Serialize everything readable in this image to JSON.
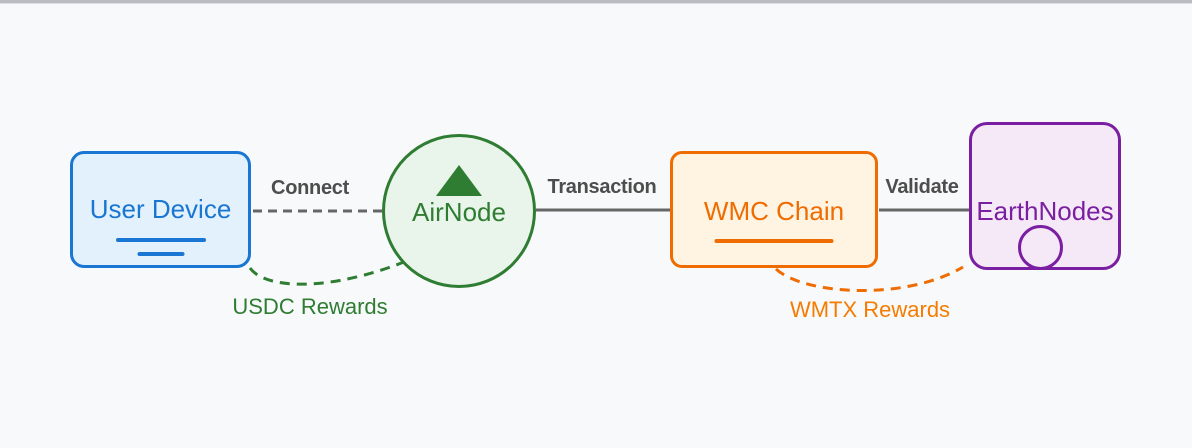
{
  "page": {
    "background": "#f8f9fa",
    "top_edge_color": "#b9bdc2"
  },
  "diagram": {
    "nodes": [
      {
        "id": "user-device",
        "label": "User Device",
        "shape": "rounded-rectangle",
        "fill": "#e3f1fd",
        "stroke": "#1976d2",
        "icon": "device-lines-icon"
      },
      {
        "id": "airnode",
        "label": "AirNode",
        "shape": "circle",
        "fill": "#e9f4ea",
        "stroke": "#2e7d32",
        "icon": "triangle-icon"
      },
      {
        "id": "wmc-chain",
        "label": "WMC Chain",
        "shape": "rounded-rectangle",
        "fill": "#fff3e2",
        "stroke": "#ef6c00",
        "icon": "underline-icon"
      },
      {
        "id": "earthnodes",
        "label": "EarthNodes",
        "shape": "rounded-square",
        "fill": "#f5e9f7",
        "stroke": "#7b1fa2",
        "icon": "circle-icon"
      }
    ],
    "edges": [
      {
        "label": "Connect",
        "from": "User Device",
        "to": "AirNode",
        "style": "dashed",
        "color": "#666666"
      },
      {
        "label": "Transaction",
        "from": "AirNode",
        "to": "WMC Chain",
        "style": "solid",
        "color": "#666666"
      },
      {
        "label": "Validate",
        "from": "WMC Chain",
        "to": "EarthNodes",
        "style": "solid",
        "color": "#666666"
      },
      {
        "label": "USDC Rewards",
        "from": "AirNode",
        "to": "User Device",
        "style": "dashed-curve",
        "color": "#2e7d32"
      },
      {
        "label": "WMTX Rewards",
        "from": "WMC Chain",
        "to": "EarthNodes",
        "style": "dashed-curve",
        "color": "#f57c00"
      }
    ],
    "edge_label_color": "#4d4d4d"
  }
}
